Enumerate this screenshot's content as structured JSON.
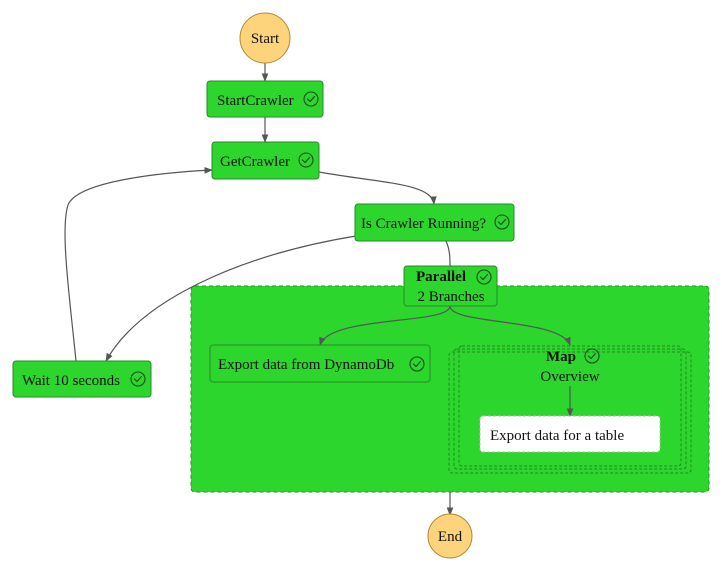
{
  "colors": {
    "succeeded": "#2dd62d",
    "terminal": "#fdd37c",
    "edge": "#555555",
    "map_item": "#ffffff"
  },
  "status_icon": "check-circle-icon",
  "nodes": {
    "start": {
      "label": "Start"
    },
    "start_crawler": {
      "label": "StartCrawler"
    },
    "get_crawler": {
      "label": "GetCrawler"
    },
    "is_crawler_running": {
      "label": "Is Crawler Running?"
    },
    "wait": {
      "label": "Wait 10 seconds"
    },
    "parallel": {
      "label": "Parallel",
      "sublabel": "2 Branches"
    },
    "export_dynamo": {
      "label": "Export data from DynamoDb"
    },
    "map": {
      "label": "Map",
      "sublabel": "Overview"
    },
    "export_table": {
      "label": "Export data for a table"
    },
    "end": {
      "label": "End"
    }
  }
}
